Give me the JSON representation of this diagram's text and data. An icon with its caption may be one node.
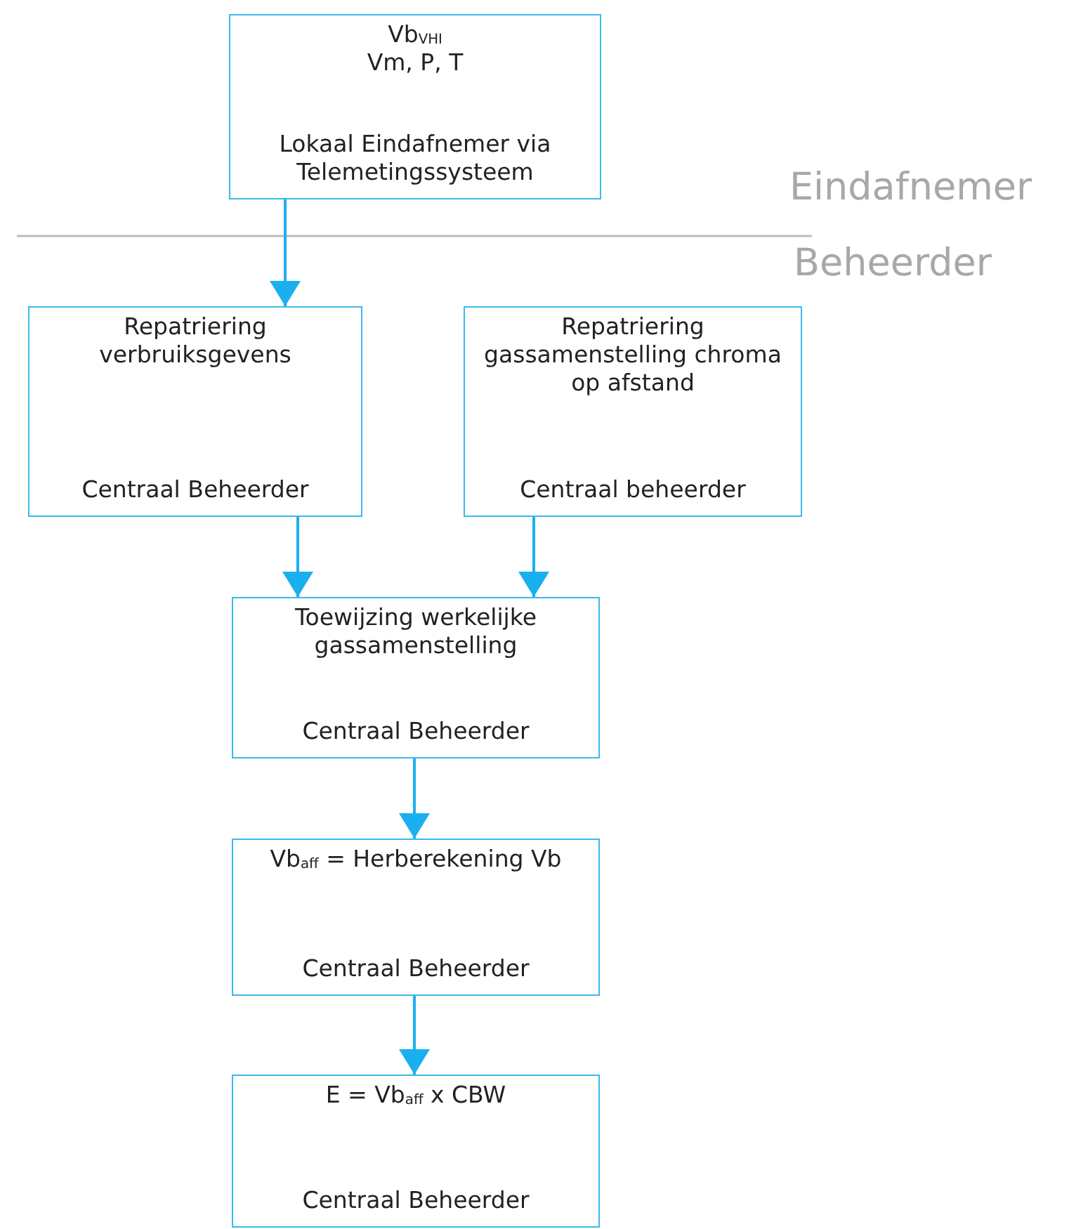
{
  "diagram": {
    "nodes": [
      {
        "text": [
          "Vb$_{VHI}$",
          "Vm, P, T",
          "Lokaal Eindafnemer via Telemetingssysteem"
        ]
      },
      {
        "text": [
          "Repatriering verbruiksgevens",
          "Centraal Beheerder"
        ]
      },
      {
        "text": [
          "Repatriering gassamenstelling chroma op afstand",
          "Centraal beheerder"
        ]
      },
      {
        "text": [
          "Toewijzing werkelijke gassamenstelling",
          "Centraal Beheerder"
        ]
      },
      {
        "text": [
          "Vb$_{aff}$ = Herberekening Vb",
          "Centraal Beheerder"
        ]
      },
      {
        "text": [
          "E = Vb$_{aff}$ x CBW",
          "Centraal Beheerder"
        ]
      }
    ],
    "edges": [
      {
        "from": 0,
        "to": 1,
        "arrow": "to"
      },
      {
        "from": 1,
        "to": 3,
        "arrow": "to"
      },
      {
        "from": 2,
        "to": 3,
        "arrow": "to"
      },
      {
        "from": 3,
        "to": 4,
        "arrow": "to"
      },
      {
        "from": 4,
        "to": 5,
        "arrow": "to"
      }
    ],
    "labels": [
      "Eindafnemer",
      "Beheerder"
    ]
  }
}
